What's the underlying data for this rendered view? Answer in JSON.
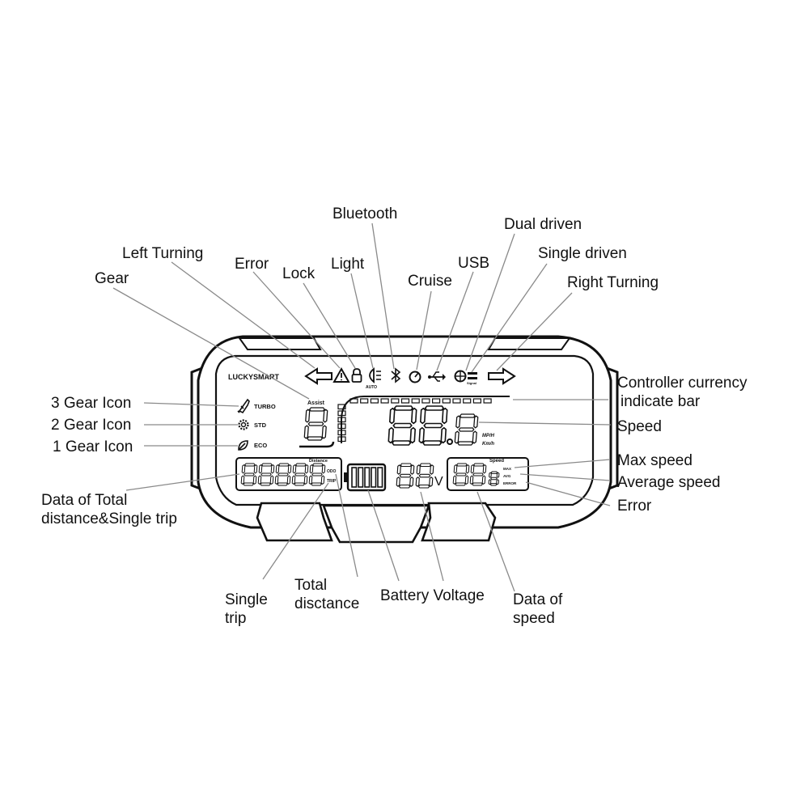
{
  "device": {
    "brand": "LUCKYSMART",
    "assist_label": "Assist",
    "gears": [
      {
        "label": "TURBO",
        "icon": "rocket-icon"
      },
      {
        "label": "STD",
        "icon": "gear-icon"
      },
      {
        "label": "ECO",
        "icon": "leaf-icon"
      }
    ],
    "speed_units": [
      "MP/H",
      "Km/h"
    ],
    "distance_label": "Distance",
    "odo_label": "ODO",
    "trip_label": "TRIP",
    "speed_label": "Speed",
    "speed_modes": [
      "MAX",
      "AVG",
      "ERROR"
    ],
    "voltage_unit": "V",
    "top_icons": [
      "left-arrow-icon",
      "warning-icon",
      "lock-icon",
      "headlight-icon",
      "bluetooth-icon",
      "cruise-icon",
      "usb-icon",
      "dual-drive-icon",
      "single-drive-icon",
      "right-arrow-icon"
    ],
    "light_sub_label": "AUTO",
    "drive_sub_label": "Signal"
  },
  "labels": {
    "bluetooth": "Bluetooth",
    "dual_driven": "Dual driven",
    "left_turning": "Left Turning",
    "single_driven": "Single driven",
    "error_top": "Error",
    "lock": "Lock",
    "light": "Light",
    "usb": "USB",
    "cruise": "Cruise",
    "gear": "Gear",
    "right_turning": "Right Turning",
    "controller_1": "Controller currency",
    "controller_2": "indicate bar",
    "speed": "Speed",
    "gear3": "3 Gear Icon",
    "gear2": "2 Gear Icon",
    "gear1": "1 Gear Icon",
    "max_speed": "Max speed",
    "average_speed": "Average speed",
    "error_right": "Error",
    "data_total_1": "Data of Total",
    "data_total_2": "distance&Single trip",
    "single_trip_1": "Single",
    "single_trip_2": "trip",
    "total_dist_1": "Total",
    "total_dist_2": "disctance",
    "battery_voltage": "Battery Voltage",
    "data_speed_1": "Data of",
    "data_speed_2": "speed"
  }
}
